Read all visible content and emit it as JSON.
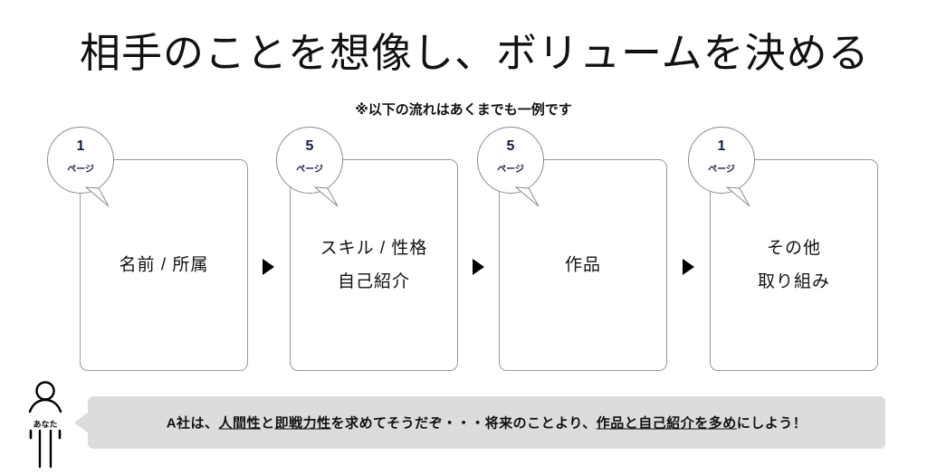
{
  "slide": {
    "title": "相手のことを想像し、ボリュームを決める",
    "subtitle": "※以下の流れはあくまでも一例です",
    "background_color": "#ffffff",
    "text_color": "#111111"
  },
  "flow": {
    "page_unit_label": "ページ",
    "arrow_icon": "play-triangle-right-icon",
    "steps": [
      {
        "pages": "1",
        "unit": "ページ",
        "lines": [
          "名前 / 所属"
        ]
      },
      {
        "pages": "5",
        "unit": "ページ",
        "lines": [
          "スキル / 性格",
          "自己紹介"
        ]
      },
      {
        "pages": "5",
        "unit": "ページ",
        "lines": [
          "作品"
        ]
      },
      {
        "pages": "1",
        "unit": "ページ",
        "lines": [
          "その他",
          "取り組み"
        ]
      }
    ]
  },
  "callout": {
    "background_color": "#dcdcdc",
    "text_parts": [
      {
        "text": "A社は、",
        "style": "plain"
      },
      {
        "text": "人間性",
        "style": "underline"
      },
      {
        "text": "と",
        "style": "plain"
      },
      {
        "text": "即戦力性",
        "style": "underline"
      },
      {
        "text": "を求めてそうだぞ・・・将来のことより、",
        "style": "plain"
      },
      {
        "text": "作品と自己紹介を多め",
        "style": "underline-bold"
      },
      {
        "text": "にしよう！",
        "style": "plain"
      }
    ],
    "full_text": "A社は、人間性と即戦力性を求めてそうだぞ・・・将来のことより、作品と自己紹介を多めにしよう！"
  },
  "person": {
    "label": "あなた",
    "icon": "person-icon"
  }
}
